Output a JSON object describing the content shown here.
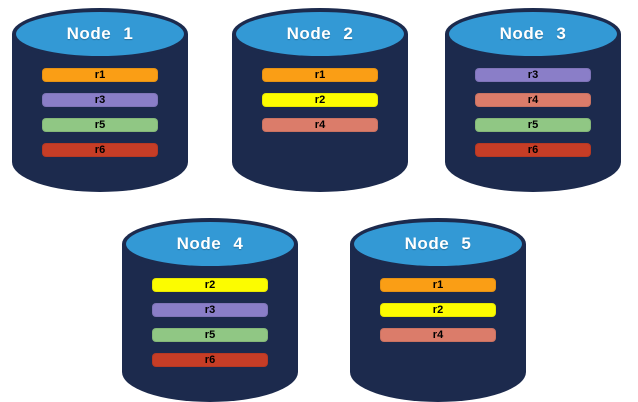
{
  "diagram": {
    "description": "Database nodes with replica placement"
  },
  "colors": {
    "cylinder_body": "#1C2A4D",
    "cylinder_top": "#3399D5",
    "node_title_text": "#FFFFFF",
    "bar_text": "#000000",
    "background": "#FFFFFF"
  },
  "replica_colors": {
    "r1": "#FA9E15",
    "r2": "#FCFC00",
    "r3": "#8A7EC8",
    "r4": "#DB7C6A",
    "r5": "#90C784",
    "r6": "#C63D26"
  },
  "nodes": [
    {
      "name": "Node 1",
      "replicas": [
        "r1",
        "r3",
        "r5",
        "r6"
      ]
    },
    {
      "name": "Node 2",
      "replicas": [
        "r1",
        "r2",
        "r4"
      ]
    },
    {
      "name": "Node 3",
      "replicas": [
        "r3",
        "r4",
        "r5",
        "r6"
      ]
    },
    {
      "name": "Node 4",
      "replicas": [
        "r2",
        "r3",
        "r5",
        "r6"
      ]
    },
    {
      "name": "Node 5",
      "replicas": [
        "r1",
        "r2",
        "r4"
      ]
    }
  ]
}
